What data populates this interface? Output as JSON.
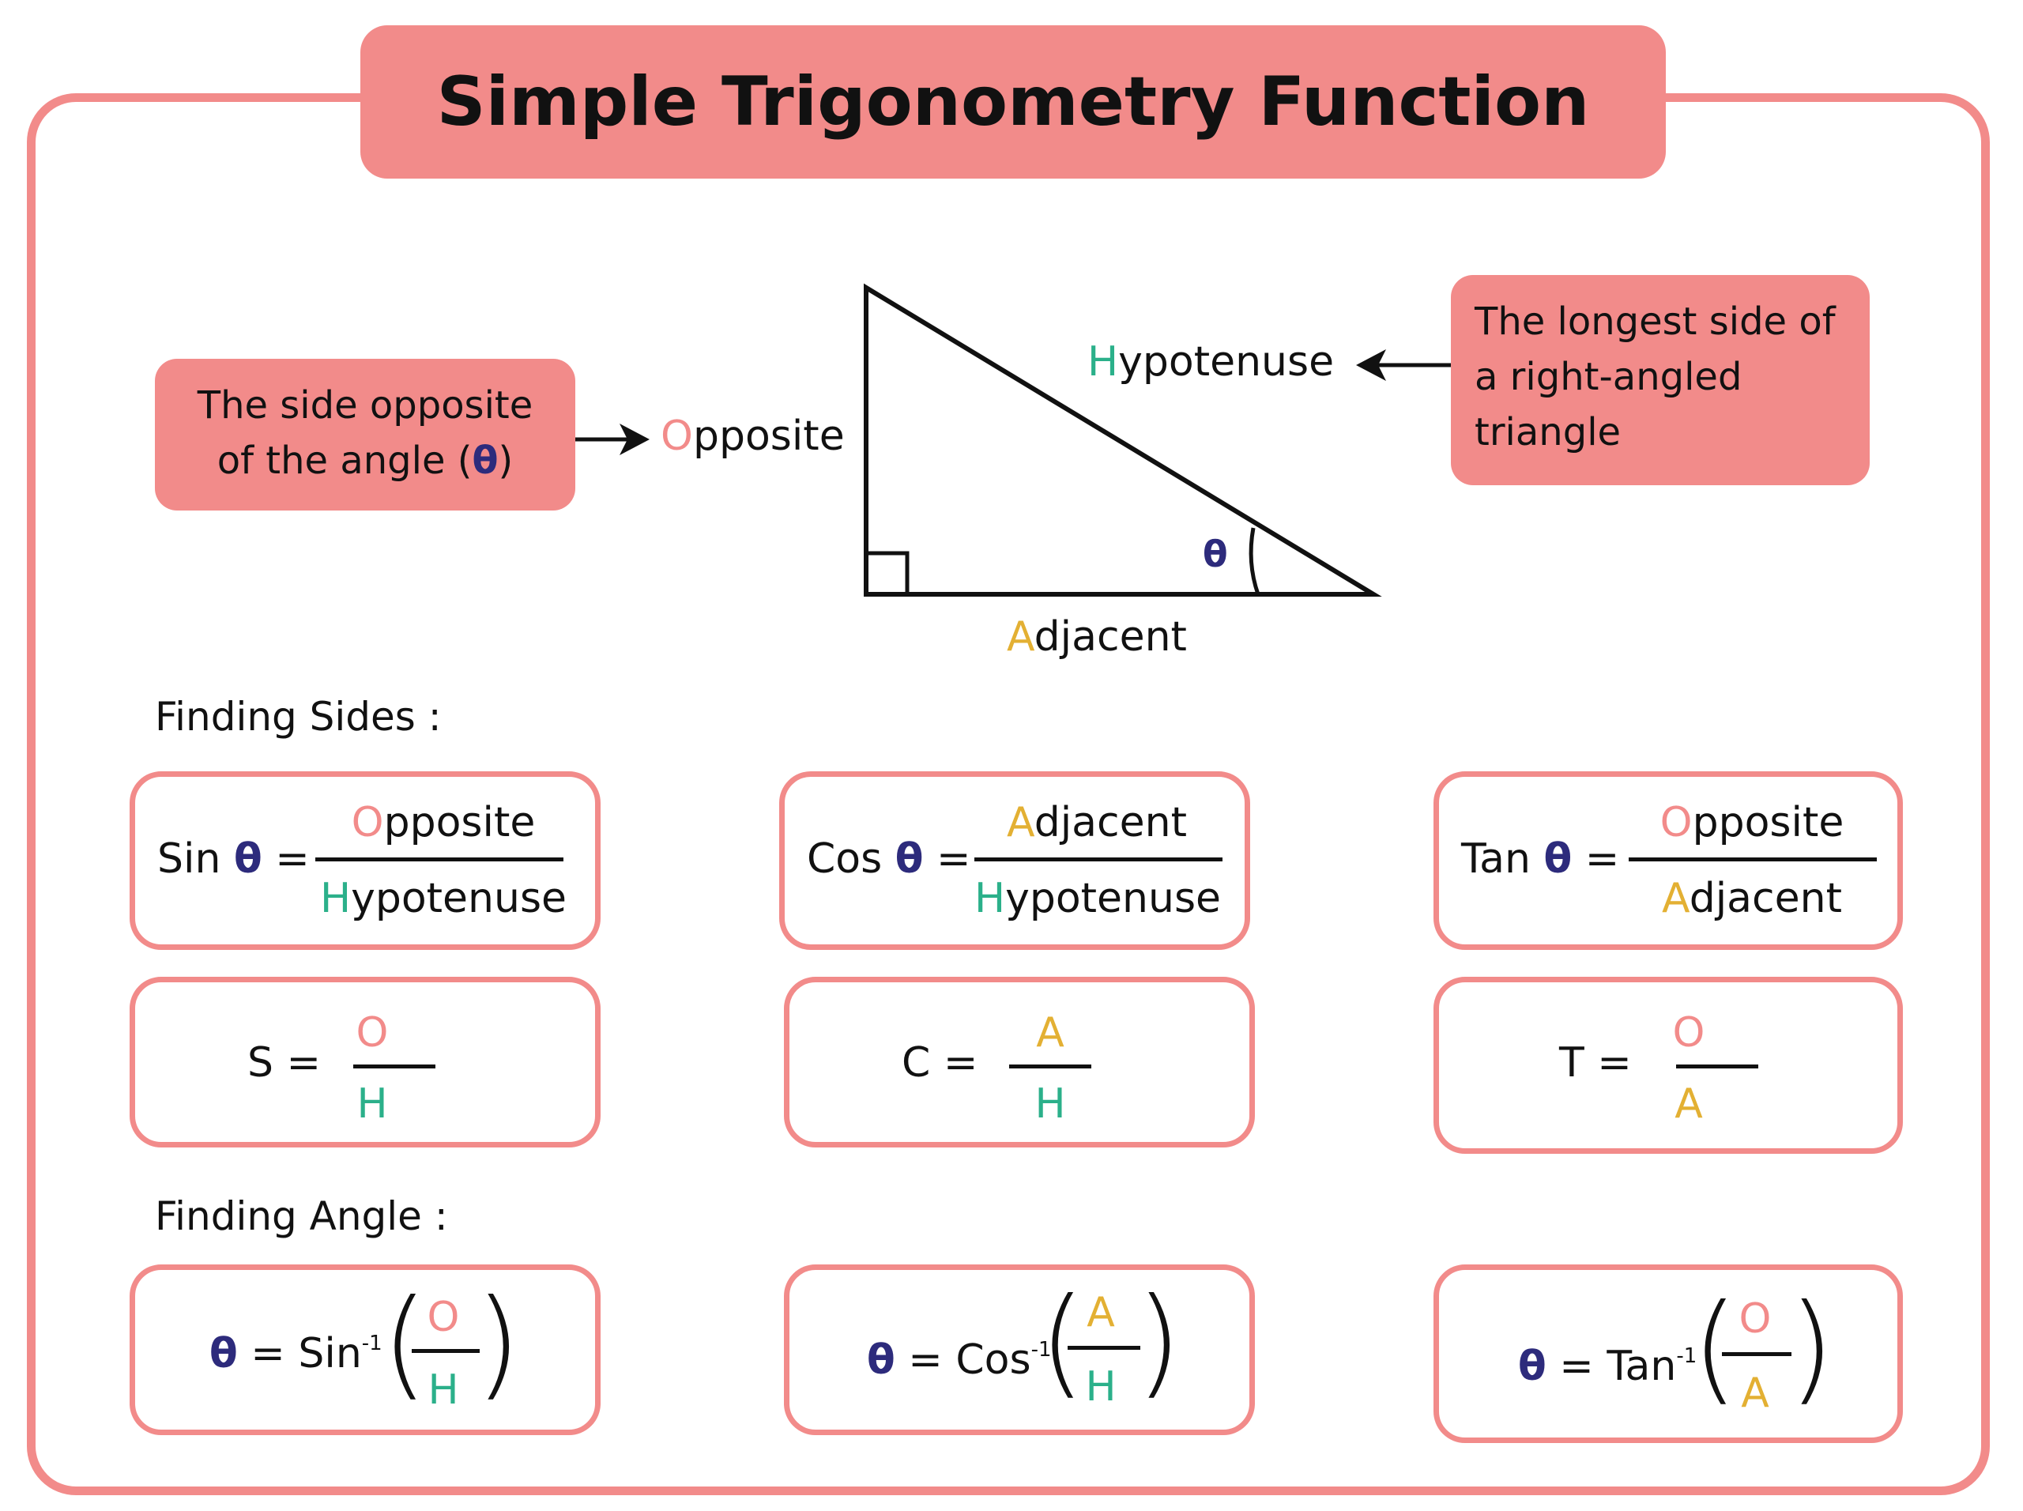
{
  "title": "Simple Trigonometry Function",
  "colors": {
    "accent": "#f28b8a",
    "opposite": "#f28b8a",
    "hypotenuse": "#2bb08a",
    "adjacent": "#e3b033",
    "theta": "#2d2b7c"
  },
  "callouts": {
    "left_line1": "The side opposite",
    "left_line2_pre": "of the angle (",
    "left_theta": "θ",
    "left_line2_post": ")",
    "right_line1": "The longest side of",
    "right_line2": "a right-angled",
    "right_line3": "triangle"
  },
  "triangle": {
    "opp_first": "O",
    "opp_rest": "pposite",
    "hyp_first": "H",
    "hyp_rest": "ypotenuse",
    "adj_first": "A",
    "adj_rest": "djacent",
    "theta": "θ"
  },
  "sections": {
    "sides": "Finding Sides :",
    "angle": "Finding Angle :"
  },
  "sides": {
    "sin_pre": "Sin",
    "cos_pre": "Cos",
    "tan_pre": "Tan",
    "theta": "θ",
    "eq": "=",
    "opp_first": "O",
    "opp_rest": "pposite",
    "hyp_first": "H",
    "hyp_rest": "ypotenuse",
    "adj_first": "A",
    "adj_rest": "djacent"
  },
  "short": {
    "s": "S =",
    "c": "C =",
    "t": "T =",
    "o": "O",
    "h": "H",
    "a": "A"
  },
  "angle": {
    "theta": "θ",
    "eq": "=",
    "sin": "Sin",
    "cos": "Cos",
    "tan": "Tan",
    "inv": "-1",
    "lparen": "(",
    "rparen": ")",
    "o": "O",
    "h": "H",
    "a": "A"
  }
}
